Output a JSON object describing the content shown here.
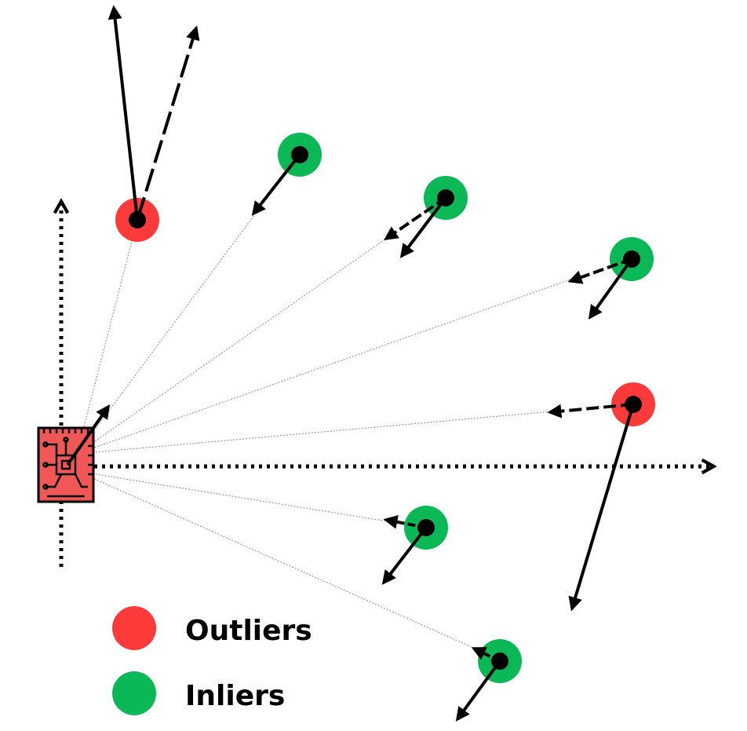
{
  "colors": {
    "outlier": "#fc3a3a",
    "inlier": "#0ab956",
    "sensor_fill": "#f25757",
    "ink": "#000000",
    "ray": "#9a9a9a"
  },
  "legend": {
    "outlier_label": "Outliers",
    "inlier_label": "Inliers"
  },
  "points": [
    {
      "type": "outlier",
      "name": "outlier-1"
    },
    {
      "type": "inlier",
      "name": "inlier-1"
    },
    {
      "type": "inlier",
      "name": "inlier-2"
    },
    {
      "type": "inlier",
      "name": "inlier-3"
    },
    {
      "type": "outlier",
      "name": "outlier-2"
    },
    {
      "type": "inlier",
      "name": "inlier-4"
    },
    {
      "type": "inlier",
      "name": "inlier-5"
    }
  ],
  "sensor": {
    "icon": "circuit-board-icon"
  }
}
